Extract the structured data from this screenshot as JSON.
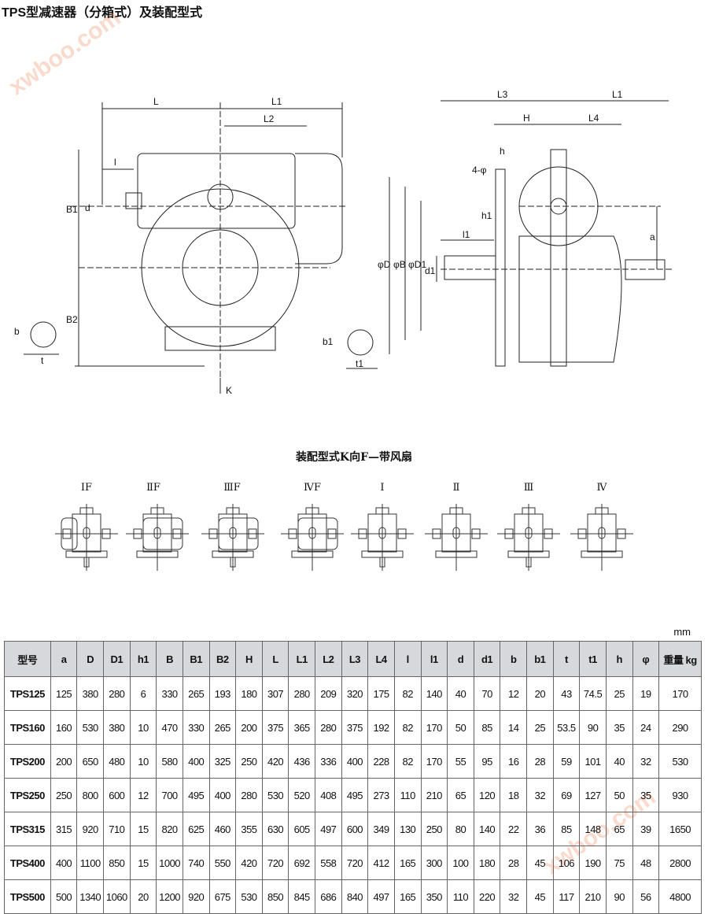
{
  "title": "TPS型减速器（分箱式）及装配型式",
  "watermark": "xwboo.com",
  "drawing_left": {
    "labels": [
      "L",
      "L1",
      "L2",
      "l",
      "d",
      "B1",
      "B2",
      "b",
      "t",
      "K"
    ]
  },
  "drawing_right": {
    "labels": [
      "L3",
      "L1",
      "H",
      "L4",
      "h",
      "4-φ",
      "h1",
      "l1",
      "φD",
      "φB",
      "φD1",
      "d1",
      "a",
      "b1",
      "t1"
    ]
  },
  "assembly": {
    "title": "装配型式K向F—带风扇",
    "types": [
      "ⅠF",
      "ⅡF",
      "ⅢF",
      "ⅣF",
      "Ⅰ",
      "Ⅱ",
      "Ⅲ",
      "Ⅳ"
    ]
  },
  "table": {
    "unit": "mm",
    "headers": [
      "型号",
      "a",
      "D",
      "D1",
      "h1",
      "B",
      "B1",
      "B2",
      "H",
      "L",
      "L1",
      "L2",
      "L3",
      "L4",
      "l",
      "l1",
      "d",
      "d1",
      "b",
      "b1",
      "t",
      "t1",
      "h",
      "φ",
      "重量 kg"
    ],
    "rows": [
      [
        "TPS125",
        "125",
        "380",
        "280",
        "6",
        "330",
        "265",
        "193",
        "180",
        "307",
        "280",
        "209",
        "320",
        "175",
        "82",
        "140",
        "40",
        "70",
        "12",
        "20",
        "43",
        "74.5",
        "25",
        "19",
        "170"
      ],
      [
        "TPS160",
        "160",
        "530",
        "380",
        "10",
        "470",
        "330",
        "265",
        "200",
        "375",
        "365",
        "280",
        "375",
        "192",
        "82",
        "170",
        "50",
        "85",
        "14",
        "25",
        "53.5",
        "90",
        "35",
        "24",
        "290"
      ],
      [
        "TPS200",
        "200",
        "650",
        "480",
        "10",
        "580",
        "400",
        "325",
        "250",
        "420",
        "436",
        "336",
        "400",
        "228",
        "82",
        "170",
        "55",
        "95",
        "16",
        "28",
        "59",
        "101",
        "40",
        "32",
        "530"
      ],
      [
        "TPS250",
        "250",
        "800",
        "600",
        "12",
        "700",
        "495",
        "400",
        "280",
        "530",
        "520",
        "408",
        "495",
        "273",
        "110",
        "210",
        "65",
        "120",
        "18",
        "32",
        "69",
        "127",
        "50",
        "35",
        "930"
      ],
      [
        "TPS315",
        "315",
        "920",
        "710",
        "15",
        "820",
        "625",
        "460",
        "355",
        "630",
        "605",
        "497",
        "600",
        "349",
        "130",
        "250",
        "80",
        "140",
        "22",
        "36",
        "85",
        "148",
        "65",
        "39",
        "1650"
      ],
      [
        "TPS400",
        "400",
        "1100",
        "850",
        "15",
        "1000",
        "740",
        "550",
        "420",
        "720",
        "692",
        "558",
        "720",
        "412",
        "165",
        "300",
        "100",
        "180",
        "28",
        "45",
        "106",
        "190",
        "75",
        "48",
        "2800"
      ],
      [
        "TPS500",
        "500",
        "1340",
        "1060",
        "20",
        "1200",
        "920",
        "675",
        "530",
        "850",
        "845",
        "686",
        "840",
        "497",
        "165",
        "350",
        "110",
        "220",
        "32",
        "45",
        "117",
        "210",
        "90",
        "56",
        "4800"
      ]
    ]
  }
}
